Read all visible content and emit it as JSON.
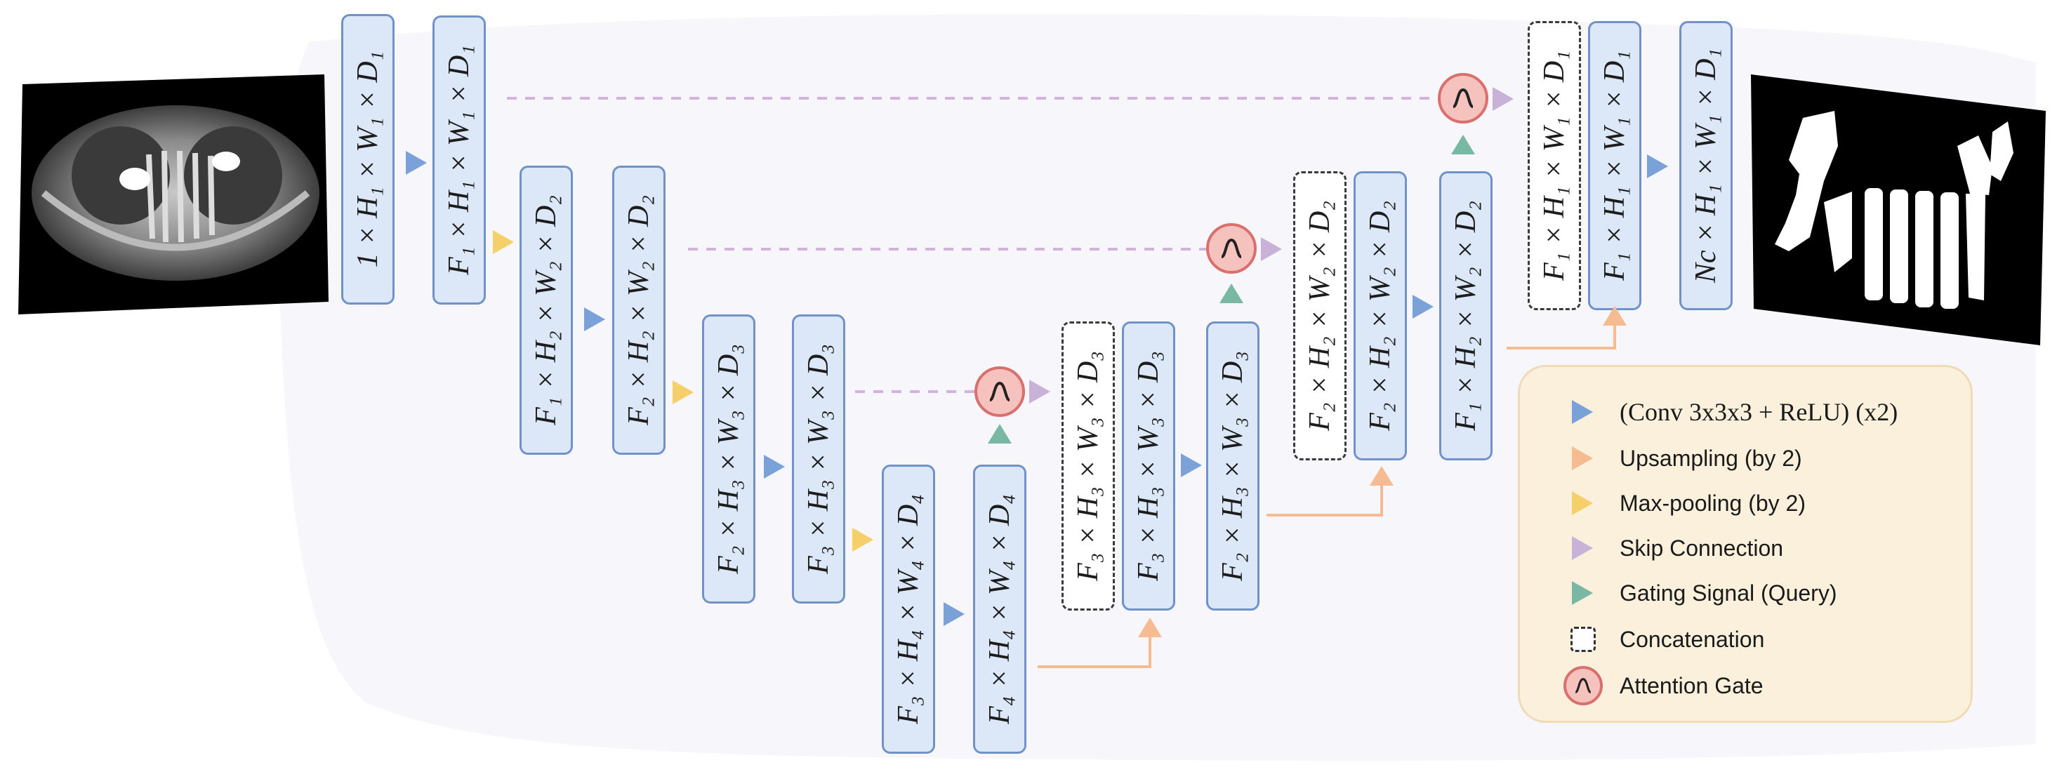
{
  "encoder_blocks": [
    "1 × H₁ × W₁ × D₁",
    "F₁ × H₁ × W₁ × D₁",
    "F₁ × H₂ × W₂ × D₂",
    "F₂ × H₂ × W₂ × D₂",
    "F₂ × H₃ × W₃ × D₃",
    "F₃ × H₃ × W₃ × D₃",
    "F₃ × H₄ × W₄ × D₄",
    "F₄ × H₄ × W₄ × D₄"
  ],
  "decoder_blocks": {
    "level3": {
      "skip": "F₃ × H₃ × W₃ × D₃",
      "up": "F₃ × H₃ × W₃ × D₃",
      "conv": "F₂ × H₃ × W₃ × D₃"
    },
    "level2": {
      "skip": "F₂ × H₂ × W₂ × D₂",
      "up": "F₂ × H₂ × W₂ × D₂",
      "conv": "F₁ × H₂ × W₂ × D₂"
    },
    "level1": {
      "skip": "F₁ × H₁ × W₁ × D₁",
      "up": "F₁ × H₁ × W₁ × D₁",
      "conv": "Nc × H₁ × W₁ × D₁"
    }
  },
  "legend": {
    "conv": "(Conv 3x3x3 + ReLU) (x2)",
    "upsampling": "Upsampling (by 2)",
    "maxpool": "Max-pooling (by 2)",
    "skip": "Skip Connection",
    "gating": "Gating Signal (Query)",
    "concat": "Concatenation",
    "attention": "Attention Gate"
  },
  "colors": {
    "conv": "#7aa2d8",
    "upsampling": "#f6bb90",
    "maxpool": "#f5d06a",
    "skip": "#c9b2d8",
    "gating": "#79b8a3",
    "attention_fill": "#f6c2be",
    "attention_stroke": "#d9706d",
    "block_fill": "#dce7f7",
    "block_border": "#6f93c8",
    "legend_bg": "#fbf0dc"
  },
  "icons": {
    "conv": "triangle-right",
    "upsampling": "triangle-up",
    "maxpool": "triangle-right",
    "skip": "triangle-right",
    "gating": "triangle-up",
    "concat": "dashed-square",
    "attention": "sigmoid-circle"
  }
}
